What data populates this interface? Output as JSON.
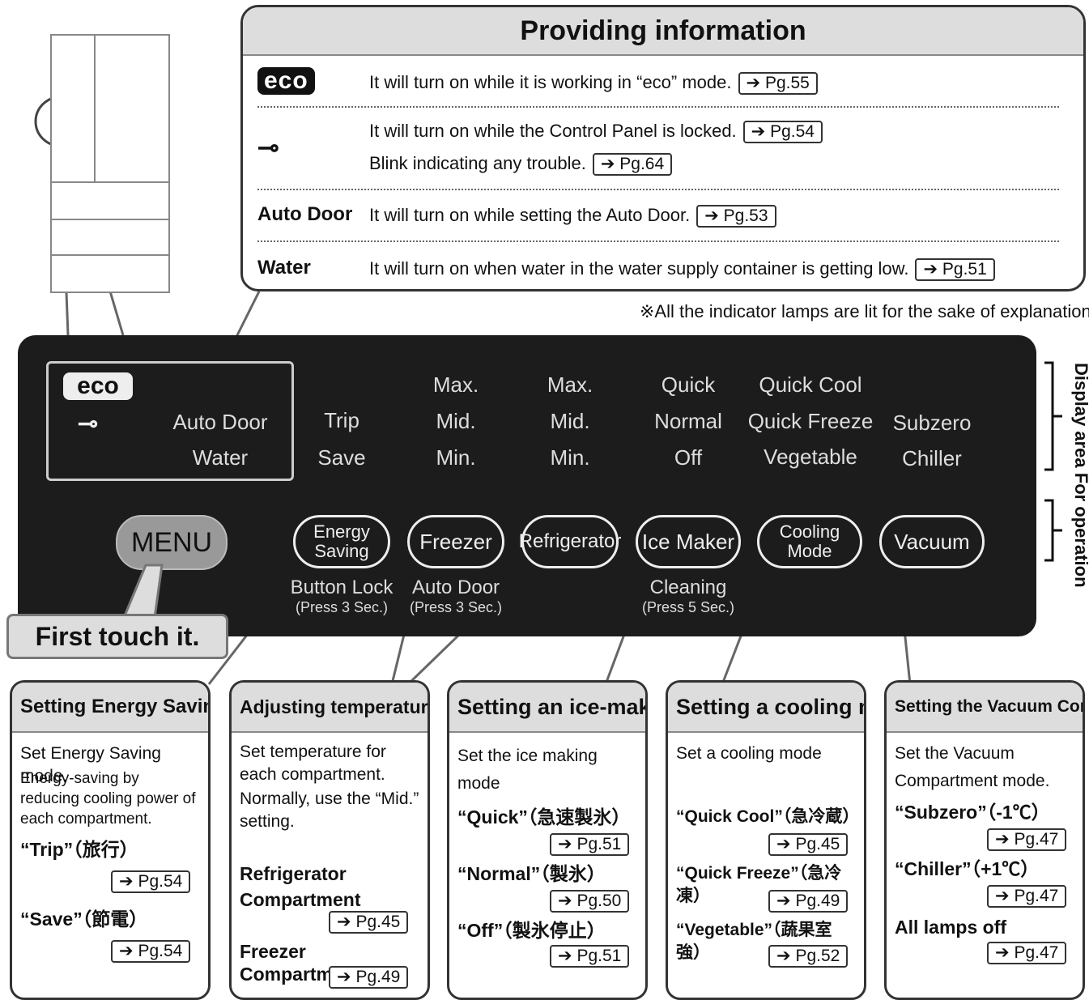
{
  "info": {
    "title": "Providing information",
    "rows": [
      {
        "label": "eco",
        "text": "It will turn on while it is working in “eco” mode.",
        "pg": "Pg.55"
      },
      {
        "label": "key",
        "text": "It will turn on while the Control Panel is locked.",
        "pg": "Pg.54"
      },
      {
        "label": "",
        "text": "Blink indicating any trouble.",
        "pg": "Pg.64"
      },
      {
        "label": "Auto Door",
        "text": "It will turn on while setting the Auto Door.",
        "pg": "Pg.53"
      },
      {
        "label": "Water",
        "text": "It will turn on when water in the water supply container is getting low.",
        "pg": "Pg.51"
      }
    ],
    "note": "※All the indicator lamps are lit for the sake of explanation."
  },
  "side_label": "Display area For operation",
  "panel": {
    "eco": "eco",
    "auto_door": "Auto Door",
    "water": "Water",
    "trip": "Trip",
    "save": "Save",
    "freezer_levels": [
      "Max.",
      "Mid.",
      "Min."
    ],
    "fridge_levels": [
      "Max.",
      "Mid.",
      "Min."
    ],
    "ice_levels": [
      "Quick",
      "Normal",
      "Off"
    ],
    "cool_modes": [
      "Quick Cool",
      "Quick Freeze",
      "Vegetable"
    ],
    "vacuum_modes": [
      "Subzero",
      "Chiller"
    ],
    "menu": "MENU",
    "buttons": {
      "energy": "Energy Saving",
      "freezer": "Freezer",
      "refrigerator": "Refrigerator",
      "ice": "Ice Maker",
      "cooling": "Cooling Mode",
      "vacuum": "Vacuum"
    },
    "subs": {
      "lock": "Button Lock",
      "lock_press": "(Press 3 Sec.)",
      "autodoor": "Auto Door",
      "autodoor_press": "(Press 3 Sec.)",
      "cleaning": "Cleaning",
      "cleaning_press": "(Press 5 Sec.)"
    },
    "first_touch": "First touch it."
  },
  "boxes": {
    "energy": {
      "title": "Setting Energy Saving mode",
      "t1": "Set Energy Saving mode.",
      "t2": "Energy-saving by reducing cooling power of each compartment.",
      "trip": "“Trip”（旅行）",
      "trip_pg": "Pg.54",
      "save": "“Save”（節電）",
      "save_pg": "Pg.54"
    },
    "temp": {
      "title": "Adjusting temperature settings",
      "t1": "Set temperature for each compartment.",
      "t2": "Normally, use the “Mid.” setting.",
      "fridge": "Refrigerator Compartment",
      "fridge_pg": "Pg.45",
      "freezer": "Freezer Compartment",
      "freezer_pg": "Pg.49"
    },
    "ice": {
      "title": "Setting an ice-making",
      "t1": "Set the ice making mode",
      "quick": "“Quick”（急速製氷）",
      "quick_pg": "Pg.51",
      "normal": "“Normal”（製氷）",
      "normal_pg": "Pg.50",
      "off": "“Off”（製氷停止）",
      "off_pg": "Pg.51"
    },
    "cool": {
      "title": "Setting a cooling mode",
      "t1": "Set a cooling mode",
      "qc": "“Quick Cool”（急冷蔵）",
      "qc_pg": "Pg.45",
      "qf": "“Quick Freeze”（急冷凍）",
      "qf_pg": "Pg.49",
      "veg": "“Vegetable”（蔬果室強）",
      "veg_pg": "Pg.52"
    },
    "vac": {
      "title": "Setting the Vacuum Compartment",
      "t1a": "Set the Vacuum",
      "t1b": "Compartment mode.",
      "sub": "“Subzero”（-1℃）",
      "sub_pg": "Pg.47",
      "chill": "“Chiller”（+1℃）",
      "chill_pg": "Pg.47",
      "off": "All lamps off",
      "off_pg": "Pg.47"
    }
  }
}
